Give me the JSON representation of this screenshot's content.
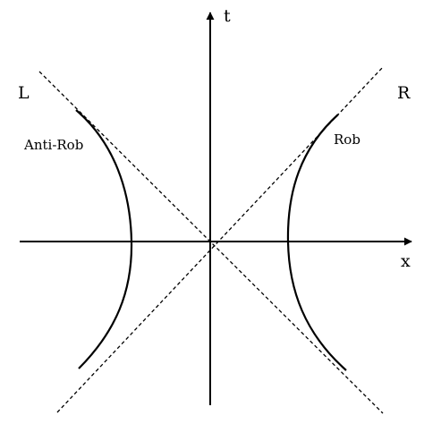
{
  "diagram": {
    "axes": {
      "t_label": "t",
      "x_label": "x"
    },
    "regions": {
      "left_label": "L",
      "right_label": "R"
    },
    "curves": {
      "right_label": "Rob",
      "left_label": "Anti-Rob"
    }
  }
}
